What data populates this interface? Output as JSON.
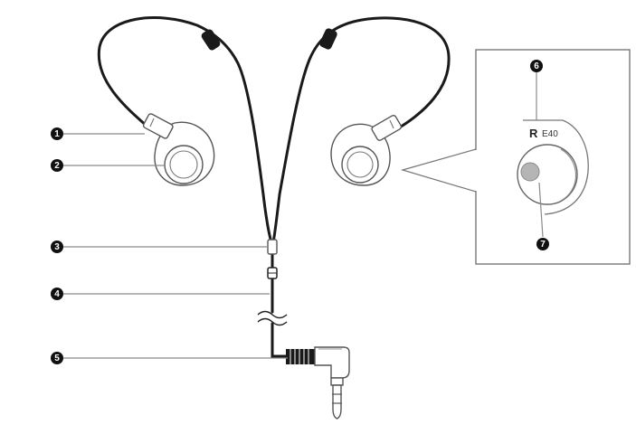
{
  "callouts": [
    {
      "number": "1"
    },
    {
      "number": "2"
    },
    {
      "number": "3"
    },
    {
      "number": "4"
    },
    {
      "number": "5"
    },
    {
      "number": "6"
    },
    {
      "number": "7"
    }
  ],
  "detail": {
    "side_marking": "R",
    "model_marking": "E40"
  },
  "colors": {
    "cable": "#1a1a1a",
    "outline": "#555555",
    "callout_fill": "#111111",
    "nozzle_dot": "#b5b5b5"
  }
}
